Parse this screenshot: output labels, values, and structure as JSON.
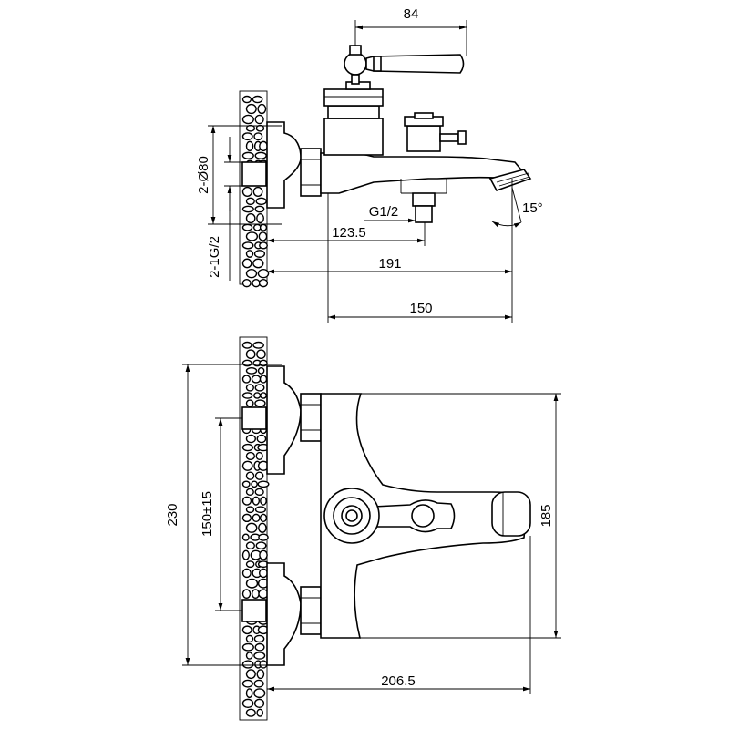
{
  "dimensions": {
    "handle_width": "84",
    "pipe_diameter": "2-Ø80",
    "pipe_thread": "2-1G/2",
    "shower_thread": "G1/2",
    "outlet_offset": "123.5",
    "projection_total": "191",
    "spout_reach": "150",
    "spout_angle": "15°",
    "inlet_centers": "150±15",
    "wall_height": "230",
    "body_height": "185",
    "total_width": "206.5"
  },
  "colors": {
    "line": "#000000",
    "background": "#ffffff"
  }
}
